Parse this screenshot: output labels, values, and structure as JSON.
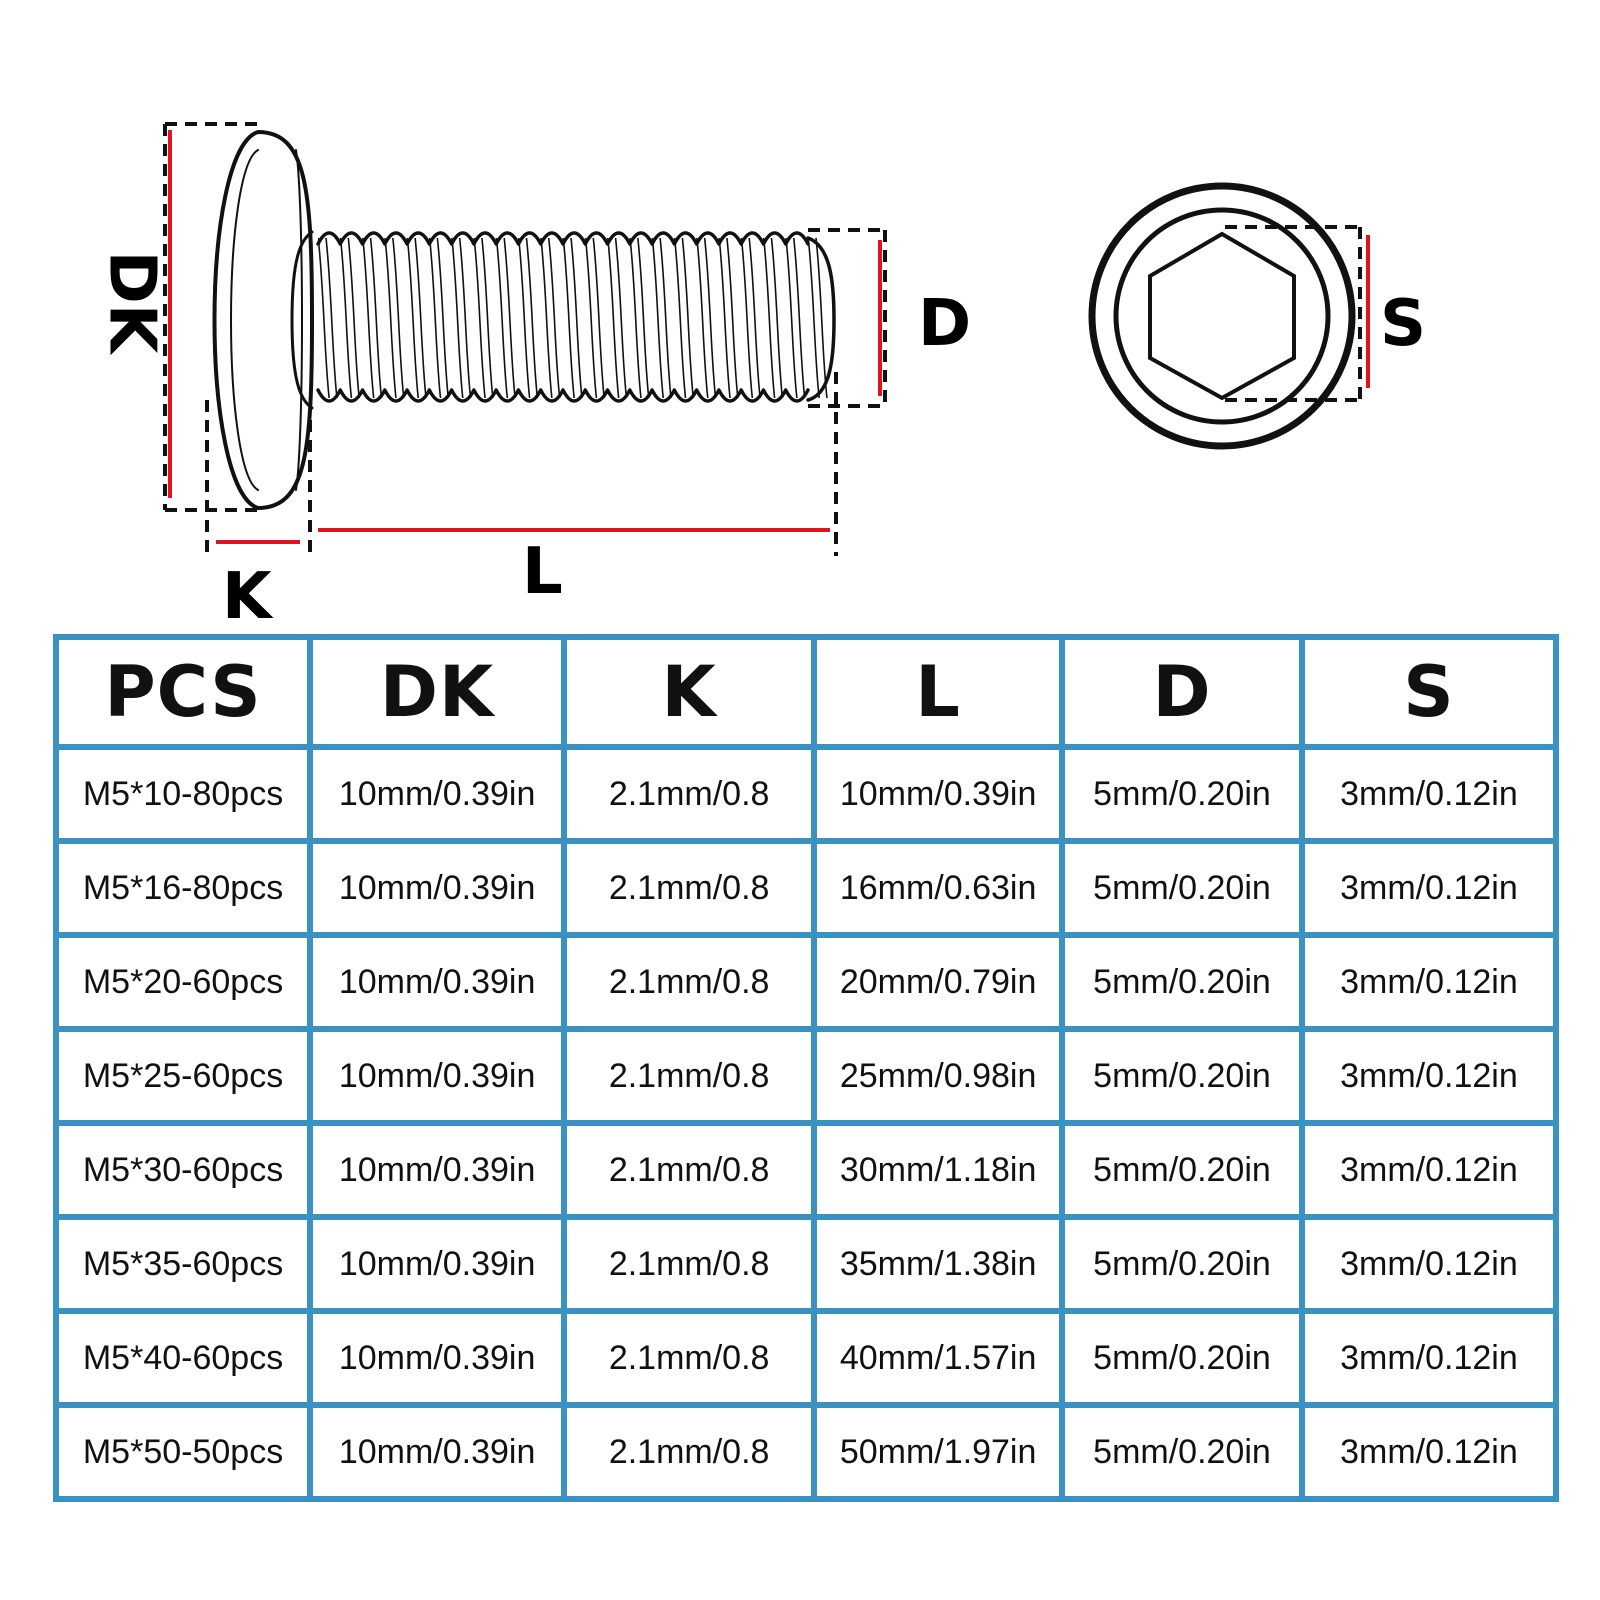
{
  "diagram": {
    "labels": {
      "dk": "DK",
      "k": "K",
      "l": "L",
      "d": "D",
      "s": "S"
    },
    "colors": {
      "dimension_line": "#e0141e",
      "outline": "#111111",
      "table_border": "#3a92c3"
    }
  },
  "table": {
    "headers": [
      "PCS",
      "DK",
      "K",
      "L",
      "D",
      "S"
    ],
    "rows": [
      [
        "M5*10-80pcs",
        "10mm/0.39in",
        "2.1mm/0.8",
        "10mm/0.39in",
        "5mm/0.20in",
        "3mm/0.12in"
      ],
      [
        "M5*16-80pcs",
        "10mm/0.39in",
        "2.1mm/0.8",
        "16mm/0.63in",
        "5mm/0.20in",
        "3mm/0.12in"
      ],
      [
        "M5*20-60pcs",
        "10mm/0.39in",
        "2.1mm/0.8",
        "20mm/0.79in",
        "5mm/0.20in",
        "3mm/0.12in"
      ],
      [
        "M5*25-60pcs",
        "10mm/0.39in",
        "2.1mm/0.8",
        "25mm/0.98in",
        "5mm/0.20in",
        "3mm/0.12in"
      ],
      [
        "M5*30-60pcs",
        "10mm/0.39in",
        "2.1mm/0.8",
        "30mm/1.18in",
        "5mm/0.20in",
        "3mm/0.12in"
      ],
      [
        "M5*35-60pcs",
        "10mm/0.39in",
        "2.1mm/0.8",
        "35mm/1.38in",
        "5mm/0.20in",
        "3mm/0.12in"
      ],
      [
        "M5*40-60pcs",
        "10mm/0.39in",
        "2.1mm/0.8",
        "40mm/1.57in",
        "5mm/0.20in",
        "3mm/0.12in"
      ],
      [
        "M5*50-50pcs",
        "10mm/0.39in",
        "2.1mm/0.8",
        "50mm/1.97in",
        "5mm/0.20in",
        "3mm/0.12in"
      ]
    ]
  }
}
